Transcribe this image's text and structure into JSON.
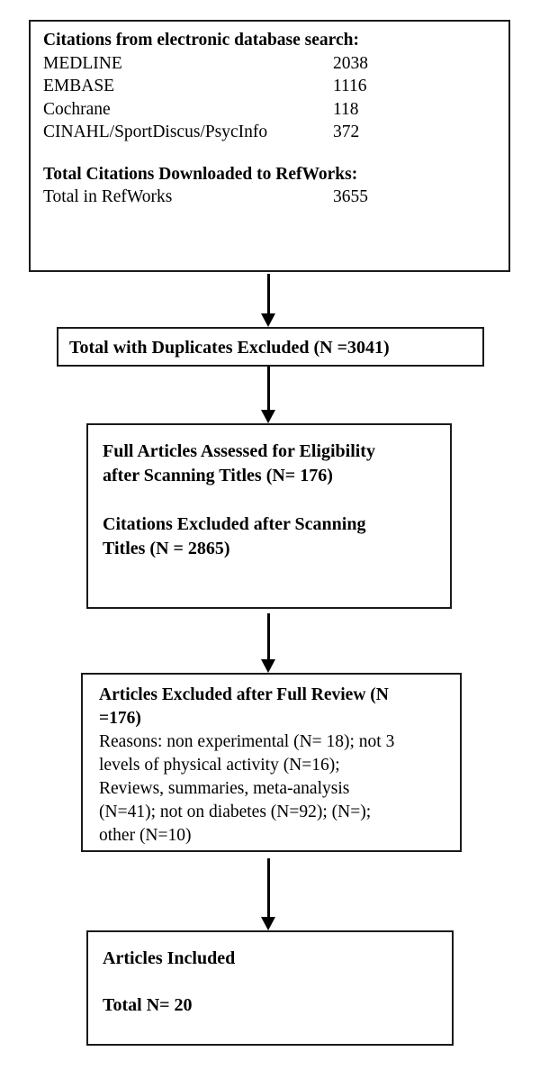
{
  "diagram": {
    "type": "prisma-flow-diagram",
    "title": "Study selection flow",
    "colors": {
      "border": "#1a1a1a",
      "background": "#ffffff",
      "text": "#000000"
    },
    "boxes": [
      {
        "id": "search",
        "heading": "Citations from electronic database search:",
        "rows": [
          {
            "source": "MEDLINE",
            "count": "2038"
          },
          {
            "source": "EMBASE",
            "count": "1116"
          },
          {
            "source": "Cochrane",
            "count": "118"
          },
          {
            "source": "CINAHL/SportDiscus/PsycInfo",
            "count": "372"
          }
        ],
        "subheading": "Total Citations Downloaded to RefWorks:",
        "total_row": {
          "source": "Total in RefWorks",
          "count": "3655"
        }
      },
      {
        "id": "duplicates",
        "line1": "Total with Duplicates Excluded (N =3041)"
      },
      {
        "id": "eligible",
        "line1": "Full Articles Assessed for Eligibility",
        "line2": "after Scanning Titles (N= 176)",
        "line3": "Citations Excluded after Scanning",
        "line4": "Titles (N = 2865)"
      },
      {
        "id": "excluded",
        "line1": "Articles Excluded after Full Review (N",
        "line2": "=176)",
        "line3": "Reasons: non experimental (N= 18); not 3",
        "line4": "levels of physical activity (N=16);",
        "line5": "Reviews, summaries, meta-analysis",
        "line6": "(N=41); not on diabetes (N=92); (N=);",
        "line7": "other (N=10)"
      },
      {
        "id": "included",
        "line1": "Articles Included",
        "line2": "Total N= 20"
      }
    ],
    "arrows": [
      {
        "id": "arrow-1",
        "from": "search",
        "to": "duplicates",
        "direction": "down"
      },
      {
        "id": "arrow-2",
        "from": "duplicates",
        "to": "eligible",
        "direction": "down"
      },
      {
        "id": "arrow-3",
        "from": "eligible",
        "to": "excluded",
        "direction": "down"
      },
      {
        "id": "arrow-4",
        "from": "excluded",
        "to": "included",
        "direction": "down"
      }
    ]
  }
}
